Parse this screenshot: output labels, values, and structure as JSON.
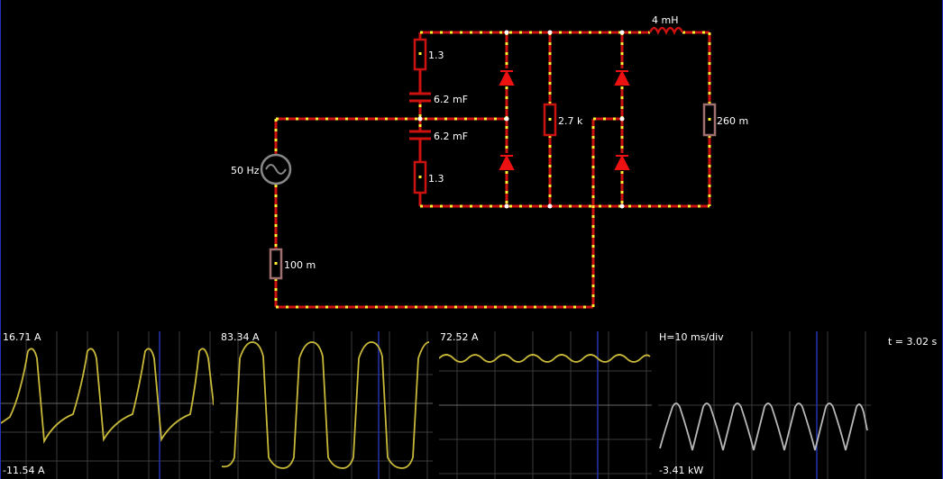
{
  "circuit": {
    "components": {
      "source_label": "50 Hz",
      "resistor_top": "1.3",
      "resistor_bottom": "1.3",
      "capacitor_top": "6.2 mF",
      "capacitor_bottom": "6.2 mF",
      "resistor_mid": "2.7 k",
      "resistor_right": "260 m",
      "resistor_lower": "100 m",
      "inductor": "4 mH"
    }
  },
  "scopes": [
    {
      "id": "scope1",
      "max_label": "16.71 A",
      "min_label": "-11.54 A",
      "trace_color": "#c8b83a",
      "waveform": "sawtooth-rectified"
    },
    {
      "id": "scope2",
      "max_label": "83.34 A",
      "min_label": "",
      "trace_color": "#c8b83a",
      "waveform": "square-sine"
    },
    {
      "id": "scope3",
      "max_label": "72.52 A",
      "min_label": "",
      "trace_color": "#c8b83a",
      "waveform": "ripple"
    },
    {
      "id": "scope4",
      "max_label": "H=10 ms/div",
      "min_label": "-3.41 kW",
      "trace_color": "#b8b8b8",
      "waveform": "rectified-power"
    }
  ],
  "status": {
    "time": "t = 3.02 s"
  },
  "colors": {
    "wire": "#cc1111",
    "current_dot": "#ffee33",
    "grid": "#3a3a3a",
    "cursor": "#2233aa",
    "border": "#2233bb"
  }
}
